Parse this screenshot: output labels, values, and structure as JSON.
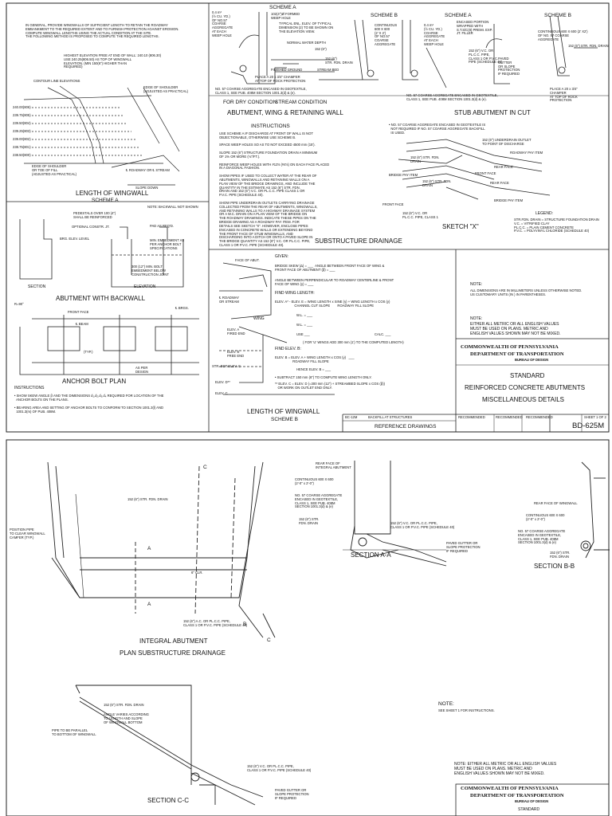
{
  "top_sheet": {
    "wingwall_a": {
      "general_note": "IN GENERAL, PROVIDE WINGWALLS OF SUFFICIENT LENGTH TO RETAIN THE ROADWAY\nEMBANKMENT TO THE REQUIRED EXTENT AND TO FURNISH PROTECTION AGAINST EROSION.\nCOMPUTE WINGWALL LENGTHS USING THE ACTUAL CONDITION AT THE SITE.\nTHE FOLLOWING METHOD IS PROPOSED TO COMPUTE THE REQUIRED LENGTHS.",
      "highest_elev": "HIGHEST ELEVATION FREE AT END OF WALL: 240.10 (806.30)\nUSE 240.25(806.50) AS TOP OF WINGWALL\nELEVATION. (MIN 150(6\") HIGHER THAN\nREQUIRED)",
      "contour": "CONTOUR LINE ELEVATIONS",
      "edge_shoulder": "EDGE OF SHOULDER\n(ADJUSTED AS PRACTICAL)",
      "elevations": [
        "240.00(806)",
        "239.75(805)",
        "239.50(804)",
        "239.25(803)",
        "239.00(802)",
        "238.75(801)",
        "238.50(800)"
      ],
      "edge_fill": "EDGE OF SHOULDER\nOR TOE OF FILL\n(ADJUSTED AS PRACTICAL)",
      "roadway_stream": "℄ ROADWAY OR ℄ STREAM",
      "slope_down": "SLOPE DOWN",
      "title": "LENGTH OF WINGWALL",
      "subtitle": "SCHEME A"
    },
    "abutment_wing": {
      "scheme_a": "SCHEME A",
      "scheme_b": "SCHEME B",
      "dim1": "0.4 m³\n(½ CU. YD.)\nOF NO.57\nCOARSE\nAGGREGATE\nAT EACH\nWEEP HOLE",
      "weep_hole": "102(4\")Ø FORMED\nWEEP HOLE",
      "typical": "TYPICAL ENL. ELEV. OF TYPICAL\nDIMENSION (2) TO BE SHOWN ON\nTHE ELEVATION VIEW.",
      "normal_water": "NORMAL WATER DEPTH",
      "weep_152": "152 (6\")",
      "finished_ground": "FINISHED GROUND",
      "stream_bed": "STREAM BED",
      "place_a": "PLACE A 20 x 3/4\" CHAMFER\nAT TOP OF ROCK PROTECTION",
      "no57": "NO. 57 COARSE AGGREGATE ENCASED IN GEOTEXTILE,\nCLASS 1, SEE PUB. 408M SECTION 1001.3(d) & (e).",
      "dry": "FOR DRY CONDITION",
      "stream": "STREAM CONDITION",
      "title": "ABUTMENT, WING & RETAINING WALL"
    },
    "stub": {
      "scheme_b": "SCHEME B",
      "scheme_a": "SCHEME A",
      "scheme_b2": "SCHEME B",
      "continuous": "CONTINUOUS\n600 X 600\n(2' X 2')\nOF NO.57\nCOARSE\nAGGREGATE",
      "coarse": "0.4 m³\n(½ CU. YD.)\nCOARSE\nAGGREGATE\nAT EACH\nWEEP HOLE",
      "encased": "ENCASED PORTION\nWRAPPED WITH\nS.T.S/C(8) PREMI. EXP.\nJT. FILLER",
      "vc": "152 (6\") V.C. OR\nPL.C.C. PIPE,\nCLASS 1 OR P.V.C.\nPIPE (SCHEDULE 40)",
      "paved": "PAVED\nGUTTER\nOR SLOPE\nPROTECTION\nIF REQUIRED",
      "cont2": "CONTINUOUS 600 X 600 (2' X2')\nOF NO. 57 COARSE\nAGGREGATE",
      "str_fdn": "152 (6\") STR. FDN. DRAIN",
      "str_fdn2": "152 (6\")\nSTR. FDN. DRAIN",
      "place": "PLACE A 20 x 3/4\"\nCHAMFER\nAT TOP OF ROCK\nPROTECTION",
      "no57b": "NO. 57 COARSE AGGREGATE ENCASED IN GEOTEXTILE,\nCLASS 1, SEE PUB. 408M SECTION 1001.3(d) & (e).",
      "title": "STUB ABUTMENT IN CUT"
    },
    "instructions": {
      "title": "INSTRUCTIONS",
      "body": "USE SCHEME A IF DISCHARGE AT FRONT OF WALL IS NOT\nOBJECTIONABLE, OTHERWISE USE SCHEME B.\n\nSPACE WEEP HOLES SO AS TO NOT EXCEED 4500 mm (15').\n\nSLOPE 152 (6\") STRUCTURE FOUNDATION DRAIN A MINIMUM\nOF 1% OR MORE (⅛\"/FT.).\n\nREINFORCE WEEP HOLES WITH #13's (#4's) ON EACH FACE PLACED\nIN A DIAGONAL FASHION.\n\nSHOW PIPES IF USED TO COLLECT WATER AT THE REAR OF\nABUTMENTS, WINGWALLS AND RETAINING WALLS ON A\nPLAN VIEW OF THE BRIDGE DRAWINGS, AND INCLUDE THE\nQUANTITY IN THE ESTIMATE AS 152 (6\") STR. FDN.\nDRAIN AND 152 (6\") V.C. OR PL.C.C. PIPE CLASS 1 OR\nP.V.C. PIPE (SCHEDULE 40).\n\nSHOW PIPE UNDERDRAIN OUTLETS CARRYING DRAINAGE\nCOLLECTED FROM THE REAR OF ABUTMENTS, WINGWALLS,\nAND RETAINING WALLS TO A HIGHWAY DRAINAGE SYSTEM\nOR A W.C. DRAIN ON A PLAN VIEW OF THE BRIDGE ON\nTHE ROADWAY DRAWINGS. INDICATE THESE PIPES ON THE\nBRIDGE DRAWING AS A ROADWAY PAY ITEM. FOR\nDETAILS SEE SKETCH \"X\". HOWEVER, ENCLOSE PIPES\nENCASED IN CONCRETE WALLS OR EXTENDING BEYOND\nTHE FRONT FACE OF STUB WINGWALLS, AND\nDISCHARGING INTO A DITCH OR ONTO A PAVED SLOPE IN\nTHE BRIDGE QUANTITY AS 152 (6\") V.C. OR PL.C.C. PIPE,\nCLASS 1 OR P.V.C. PIPE (SCHEDULE 40)."
    },
    "sketch": {
      "note": "• NO. 57 COARSE AGGREGATE ENCASED IN GEOTEXTILE IS\n  NOT REQUIRED IF NO. 57 COARSE AGGREGATE BACKFILL\n  IS USED.",
      "underdrain": "152 (6\") UNDERDRAIN OUTLET\nTO POINT OF DISCHARGE",
      "roadway_pay": "ROADWAY PAY ITEM",
      "str_fdn": "152 (6\") STR. FDN.\nDRAIN",
      "rear_face": "REAR FACE",
      "front_face": "FRONT FACE",
      "bridge_pay": "BRIDGE PAY ITEM",
      "str_fdn2": "152 (6\") STR. FDN.\nDRAIN",
      "rear_face2": "REAR FACE",
      "front_face2": "FRONT FACE",
      "bridge_pay2": "BRIDGE PAY ITEM",
      "vc": "152 (6\") V.C. OR\nPL.C.C. PIPE, CLASS 1",
      "title": "SKETCH \"X\"",
      "legend_title": "LEGEND:",
      "legend": "STR.FDN. DRAIN = STRUCTURE FOUNDATION DRAIN\nV.C. = VITRIFIED CLAY\nPL.C.C. = PLAIN CEMENT CONCRETE\nP.V.C. = POLYVINYL CHLORIDE (SCHEDULE 40)",
      "subtitle": "SUBSTRUCTURE DRAINAGE"
    },
    "backwall": {
      "note": "NOTE: BACKWALL NOT SHOWN",
      "pedestals": "PEDESTALS OVER 100 (4\")\nSHALL BE REINFORCED",
      "optional": "OPTIONAL CONSTR. JT.",
      "brg": "BRG. ELEV. LEVEL",
      "pad": "PAD AS REQ'D.",
      "min_embed": "MIN. EMBEDMENT AS\nPER ANCHOR BOLT\nSPECIFICATIONS",
      "min_bolt": "300 (12\") MIN. BOLT\nEMBEDMENT BELOW\nCONSTRUCTION JOINT",
      "section": "SECTION",
      "elevation": "ELEVATION",
      "title": "ABUTMENT WITH BACKWALL",
      "r90": "R=90°",
      "front_face": "FRONT FACE",
      "brgs": "℄ BRGS.",
      "beam": "℄ BEAM",
      "typ": "(TYP.)",
      "as_per": "AS PER\nDESIGN",
      "anchor_title": "ANCHOR BOLT PLAN",
      "instr_title": "INSTRUCTIONS",
      "instr1": "• SHOW SKEW ANGLE β AND THE DIMENSIONS d₁,d₂,d₃,d₄ REQUIRED FOR LOCATION OF THE\n  ANCHOR BOLTS ON THE PLANS.",
      "instr2": "• BEARING AREA AND SETTING OF ANCHOR BOLTS TO CONFORM TO SECTION 1001.3(l) AND\n  1001.3(m) OF PUB. 408M."
    },
    "scheme_b": {
      "given": "GIVEN:",
      "skew": "BRIDGE SKEW (Δ) = ___  ANGLE BETWEEN FRONT FACE OF WING &\nFRONT FACE OF ABUTMENT (β) = ___",
      "angle": "ANGLE BETWEEN PERPENDICULAR TO ROADWAY CENTERLINE & FRONT\nFACE OF WING (γ) = ___",
      "find_len": "FIND WING LENGTH:",
      "elev_eq": "ELEV. A* - ELEV. E = WING LENGTH x SINE (γ) + WING LENGTH x COS (γ)\n                     CHANNEL CUT SLOPE        ROADWAY FILL SLOPE",
      "wl": "W.L. = ___",
      "wl2": "W.L. = ___",
      "use": "USE ___",
      "calc": "CALC. ___",
      "add": "( FOR 'U' WINGS ADD 300 mm (1') TO THE COMPUTED LENGTH)",
      "find_elev": "FIND ELEV. B:",
      "elev_b": "ELEV. B = ELEV. A + WING LENGTH x COS (γ)   ___\n                   ROADWAY FILL SLOPE",
      "hence": "HENCE ELEV. B = ___",
      "sub1": "• SUBTRACT 150 mm (6\") TO COMPUTE WING LENGTH ONLY.",
      "sub2": "** ELEV. C = ELEV. D (=300 mm (12\") + STREAMBED SLOPE x COS (β))\n   OR WORK ON OUTLET END ONLY.",
      "face_abut": "FACE OF ABUT.",
      "wing": "WING",
      "roadway": "℄ ROADWAY\nOR STREAM",
      "elev_a": "ELEV. A\nFIRED END",
      "elev_e": "ELEV. E\nFREE END",
      "str_bot": "STR. BOT ELEV. C",
      "elev_d": "ELEV. D**",
      "elev_c": "ELEV. C",
      "title": "LENGTH OF WINGWALL",
      "subtitle": "SCHEME B"
    },
    "notes": {
      "note1_label": "NOTE:",
      "note1": "ALL DIMENSIONS ARE IN MILLIMETERS UNLESS OTHERWISE NOTED.\nUS CUSTOMARY UNITS (IN ) IN PARENTHESES.",
      "note2_label": "NOTE:",
      "note2": "EITHER ALL METRIC OR ALL ENGLISH VALUES\nMUST BE USED ON PLANS. METRIC AND\nENGLISH VALUES SHOWN MAY NOT BE MIXED."
    },
    "title_block": {
      "org1": "COMMONWEALTH OF PENNSYLVANIA",
      "org2": "DEPARTMENT OF TRANSPORTATION",
      "bureau": "BUREAU OF DESIGN",
      "title1": "STANDARD",
      "title2": "REINFORCED CONCRETE ABUTMENTS",
      "title3": "MISCELLANEOUS DETAILS",
      "sheet": "SHEET 1 OF 2",
      "code": "BD-625M",
      "ref_no": "BC-12M",
      "ref_name": "BACKFILL AT STRUCTURES",
      "ref_title": "REFERENCE DRAWINGS",
      "rec": "RECOMMENDED",
      "rec2": "RECOMMENDED",
      "rec3": "RECOMMENDED"
    }
  },
  "bottom_sheet": {
    "plan": {
      "cl_c": "C",
      "str_fdn": "152 (6\") STR. FDN. DRAIN",
      "position": "POSITION PIPE\nTO CLEAR WINGWALL\nCAMFER (TYP.)",
      "a": "A",
      "min_cl": "6\" CLR.",
      "a2": "A",
      "vc": "152 (6\") A.C. OR PL.C.C. PIPE,\nCLASS 1 OR P.V.C. PIPE (SCHEDULE 40)",
      "b": "B",
      "c2": "C",
      "title": "INTEGRAL ABUTMENT",
      "subtitle": "PLAN SUBSTRUCTURE DRAINAGE"
    },
    "section_aa": {
      "rear": "REAR FACE OF\nINTEGRAL ABUTMENT",
      "cont": "CONTINUOUS 600 X 600\n(2'-0\" x 2'-0\")",
      "no57": "NO. 57 COARSE AGGREGATE\nENCASED IN GEOTEXTILE,\nCLASS 1, SEE PUB. 408M\nSECTION 1001.3(d) & (e)",
      "str": "152 (6\") STR.\nFDN. DRAIN",
      "vc": "152 (6\") V.C. OR PL.C.C. PIPE,\nCLASS 1 OR P.V.C. PIPE (SCHEDULE 40)",
      "paved": "PAVED GUTTER OR\nSLOPE PROTECTION\nIF REQUIRED",
      "title": "SECTION A-A"
    },
    "section_bb": {
      "rear": "REAR FACE OF WINGWALL",
      "cont": "CONTINUOUS 600 X 600\n(2'-0\" x 2'-0\")",
      "no57": "NO. 57 COARSE AGGREGATE\nENCASED IN GEOTEXTILE,\nCLASS 1, SEE PUB. 408M\nSECTION 1001.3(d) & (e)",
      "str": "152 (6\") STR.\nFDN. DRAIN",
      "title": "SECTION B-B"
    },
    "section_cc": {
      "str": "152 (6\") STR. FDN. DRAIN",
      "angle": "ANGLE VARIES ACCORDING\nTO LENGTH AND SLOPE\nOF WINGWALL BOTTOM",
      "pipe": "PIPE TO BE PARALLEL\nTO BOTTOM OF WINGWALL",
      "vc": "152 (6\") V.C. OR PL.C.C. PIPE,\nCLASS 1 OR P.V.C. PIPE (SCHEDULE 40)",
      "paved": "PAVED GUTTER OR\nSLOPE PROTECTION\nIF REQUIRED",
      "title": "SECTION C-C"
    },
    "note": {
      "label": "NOTE:",
      "text": "SEE SHEET 1 FOR INSTRUCTIONS.",
      "note2": "NOTE: EITHER ALL METRIC OR ALL ENGLISH VALUES\nMUST BE USED ON PLANS. METRIC AND\nENGLISH VALUES SHOWN MAY NOT BE MIXED."
    },
    "title_block": {
      "org1": "COMMONWEALTH OF PENNSYLVANIA",
      "org2": "DEPARTMENT OF TRANSPORTATION",
      "bureau": "BUREAU OF DESIGN",
      "standard": "STANDARD"
    }
  }
}
